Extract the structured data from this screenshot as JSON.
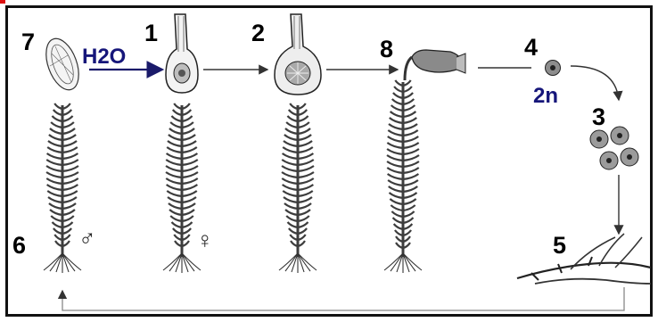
{
  "labels": {
    "n1": "1",
    "n2": "2",
    "n3": "3",
    "n4": "4",
    "n5": "5",
    "n6": "6",
    "n7": "7",
    "n8": "8",
    "water": "H2O",
    "ploidy": "2n",
    "male": "♂",
    "female": "♀"
  },
  "colors": {
    "ink": "#000000",
    "label_blue": "#16167a",
    "plant": "#3d3d3d",
    "arrow": "#444444"
  }
}
